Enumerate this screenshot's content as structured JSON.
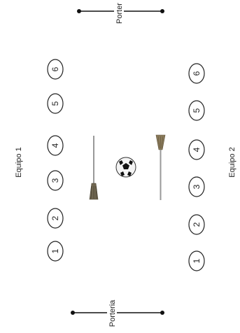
{
  "goal_top": {
    "label": "Porter"
  },
  "goal_bottom": {
    "label": "Porteria"
  },
  "team1": {
    "label": "Equipo 1",
    "players": [
      "1",
      "2",
      "3",
      "4",
      "5",
      "6"
    ]
  },
  "team2": {
    "label": "Equipo 2",
    "players": [
      "1",
      "2",
      "3",
      "4",
      "5",
      "6"
    ]
  },
  "ball": {
    "icon": "soccer-ball-icon"
  },
  "brooms": {
    "icon": "broom-icon"
  },
  "colors": {
    "line": "#111111",
    "circle_stroke": "#222222",
    "broom_straw": "#8a7a5a",
    "broom_handle": "#888888"
  }
}
